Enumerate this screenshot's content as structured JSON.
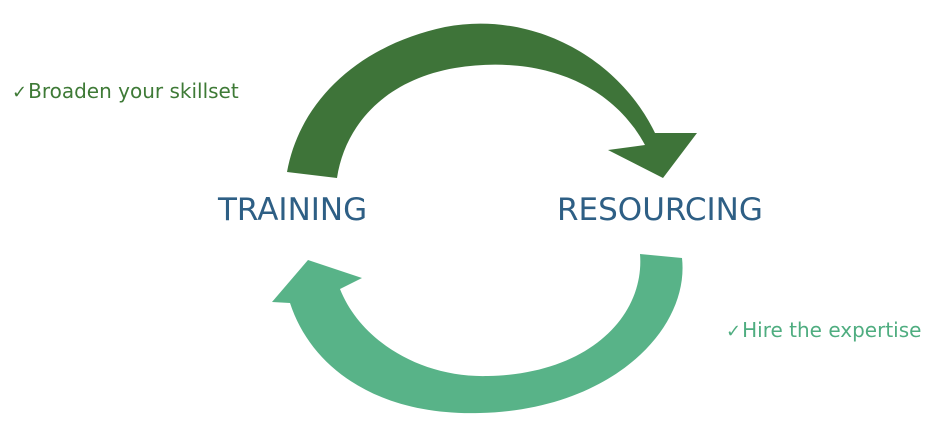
{
  "nodes": {
    "training": "TRAINING",
    "resourcing": "RESOURCING"
  },
  "notes": {
    "training": {
      "check": "✓",
      "text": "Broaden your skillset"
    },
    "resourcing": {
      "check": "✓",
      "text": "Hire the expertise"
    }
  },
  "colors": {
    "top_arrow": "#3e7439",
    "bottom_arrow": "#58b388",
    "node_text": "#2e5f85",
    "note_training": "#3e7a36",
    "note_resourcing": "#4fad80"
  }
}
